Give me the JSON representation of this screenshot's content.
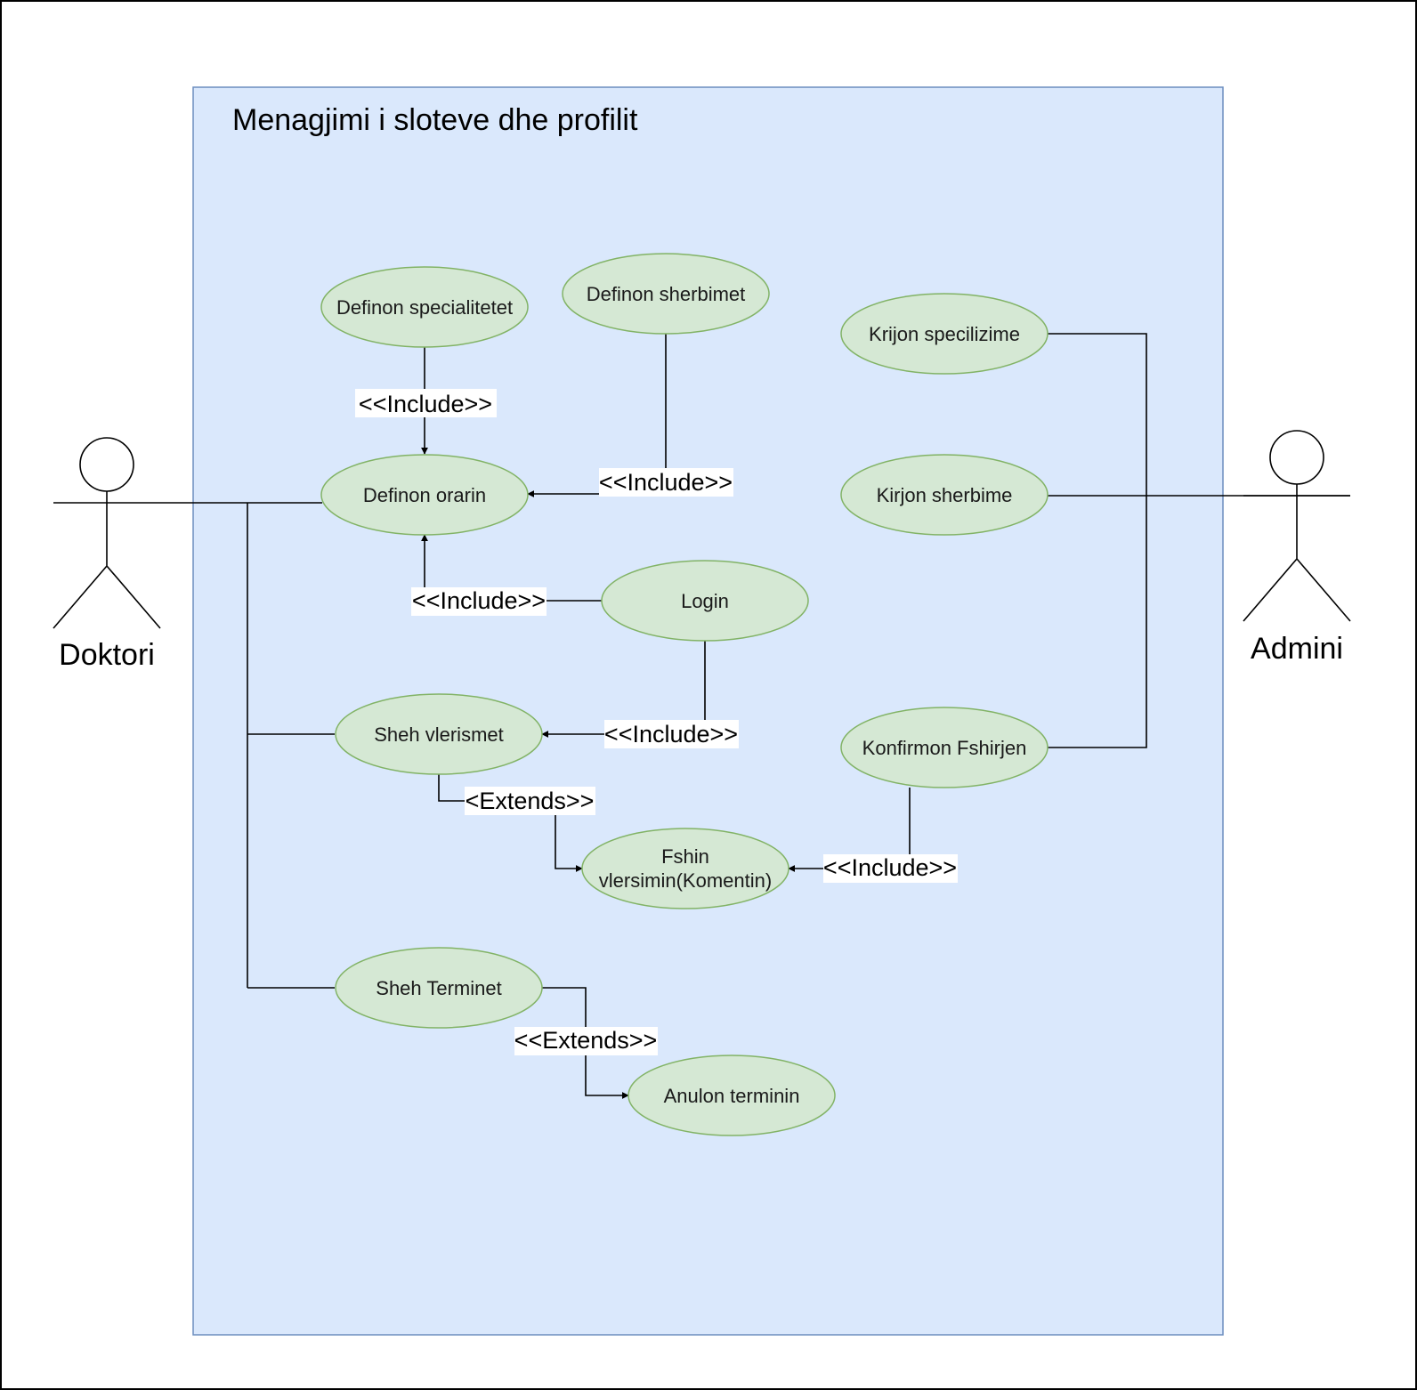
{
  "system": {
    "title": "Menagjimi i sloteve dhe profilit",
    "fill": "#dae8fc",
    "stroke": "#6c8ebf"
  },
  "use_case_style": {
    "fill": "#d5e8d4",
    "stroke": "#82b366"
  },
  "actors": {
    "doktori": {
      "label": "Doktori"
    },
    "admini": {
      "label": "Admini"
    }
  },
  "use_cases": {
    "definon_specialitetet": {
      "label": "Definon specialitetet"
    },
    "definon_sherbimet": {
      "label": "Definon sherbimet"
    },
    "definon_orarin": {
      "label": "Definon orarin"
    },
    "login": {
      "label": "Login"
    },
    "sheh_vlerismet": {
      "label": "Sheh vlerismet"
    },
    "fshin_vlersimin": {
      "label_line1": "Fshin",
      "label_line2": "vlersimin(Komentin)"
    },
    "sheh_terminet": {
      "label": "Sheh Terminet"
    },
    "anulon_terminin": {
      "label": "Anulon terminin"
    },
    "krijon_specilizime": {
      "label": "Krijon specilizime"
    },
    "kirjon_sherbime": {
      "label": "Kirjon sherbime"
    },
    "konfirmon_fshirjen": {
      "label": "Konfirmon Fshirjen"
    }
  },
  "relations": {
    "include_specialitetet": "<<Include>>",
    "include_sherbimet": "<<Include>>",
    "include_login": "<<Include>>",
    "include_vlerismet": "<<Include>>",
    "extends_vlerismet": "<Extends>>",
    "include_fshirjen": "<<Include>>",
    "extends_terminet": "<<Extends>>"
  }
}
